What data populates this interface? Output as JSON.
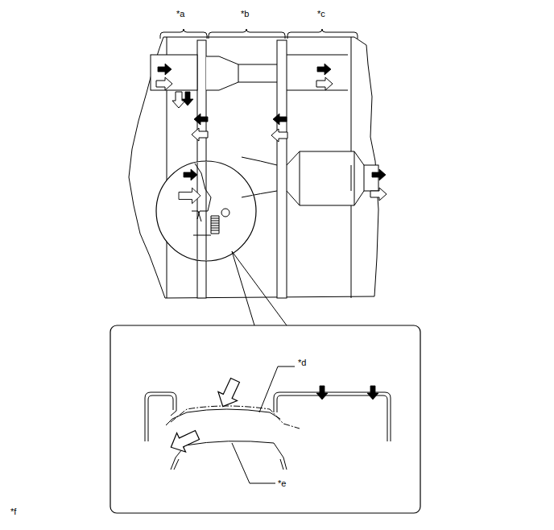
{
  "diagram": {
    "labels": [
      "*a",
      "*b",
      "*c",
      "*d",
      "*e",
      "*f"
    ]
  }
}
